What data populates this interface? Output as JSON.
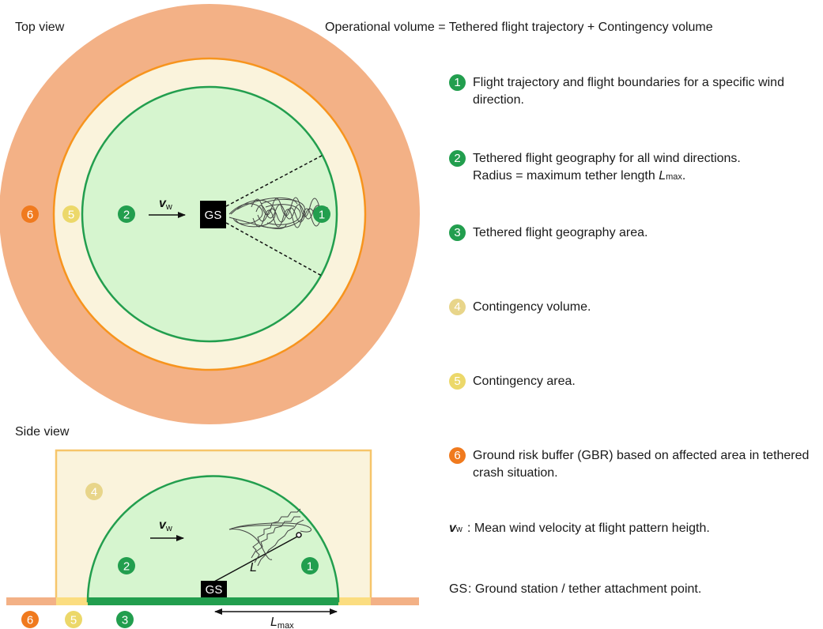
{
  "headers": {
    "top_view": "Top view",
    "side_view": "Side view",
    "operational_volume": "Operational volume = Tethered flight trajectory + Contingency volume"
  },
  "diagram": {
    "gs_label": "GS",
    "wind_symbol": "v",
    "wind_subscript": "w",
    "tether_label": "L",
    "lmax_symbol": "L",
    "lmax_subscript": "max",
    "markers": {
      "m1": "1",
      "m2": "2",
      "m3": "3",
      "m4": "4",
      "m5": "5",
      "m6": "6"
    }
  },
  "legend": [
    {
      "num": "1",
      "color": "#229e4e",
      "text": "Flight trajectory and flight boundaries for a specific wind direction."
    },
    {
      "num": "2",
      "color": "#229e4e",
      "line1": "Tethered flight geography for all wind directions.",
      "line2_prefix": "Radius = maximum tether length ",
      "line2_symbol": "L",
      "line2_sub": "max",
      "line2_suffix": "."
    },
    {
      "num": "3",
      "color": "#229e4e",
      "text": "Tethered flight geography area."
    },
    {
      "num": "4",
      "color": "#e8d58a",
      "text": "Contingency volume."
    },
    {
      "num": "5",
      "color": "#ecd86a",
      "text": "Contingency area."
    },
    {
      "num": "6",
      "color": "#f07a1e",
      "text": "Ground risk buffer (GBR) based on affected area in tethered crash situation."
    }
  ],
  "notes": {
    "wind_symbol": "v",
    "wind_subscript": "w",
    "wind_text": ": Mean wind velocity at flight pattern heigth.",
    "gs_label": "GS",
    "gs_text": ": Ground station / tether attachment point."
  },
  "colors": {
    "ground_risk_buffer": "#f3b186",
    "contingency": "#faf3dc",
    "contingency_boundary": "#f7941d",
    "flight_geography": "#d6f5cf",
    "flight_boundary": "#229e4e",
    "ground_strip_contingency": "#fbdd80",
    "ground_strip_geography": "#229e4e"
  }
}
